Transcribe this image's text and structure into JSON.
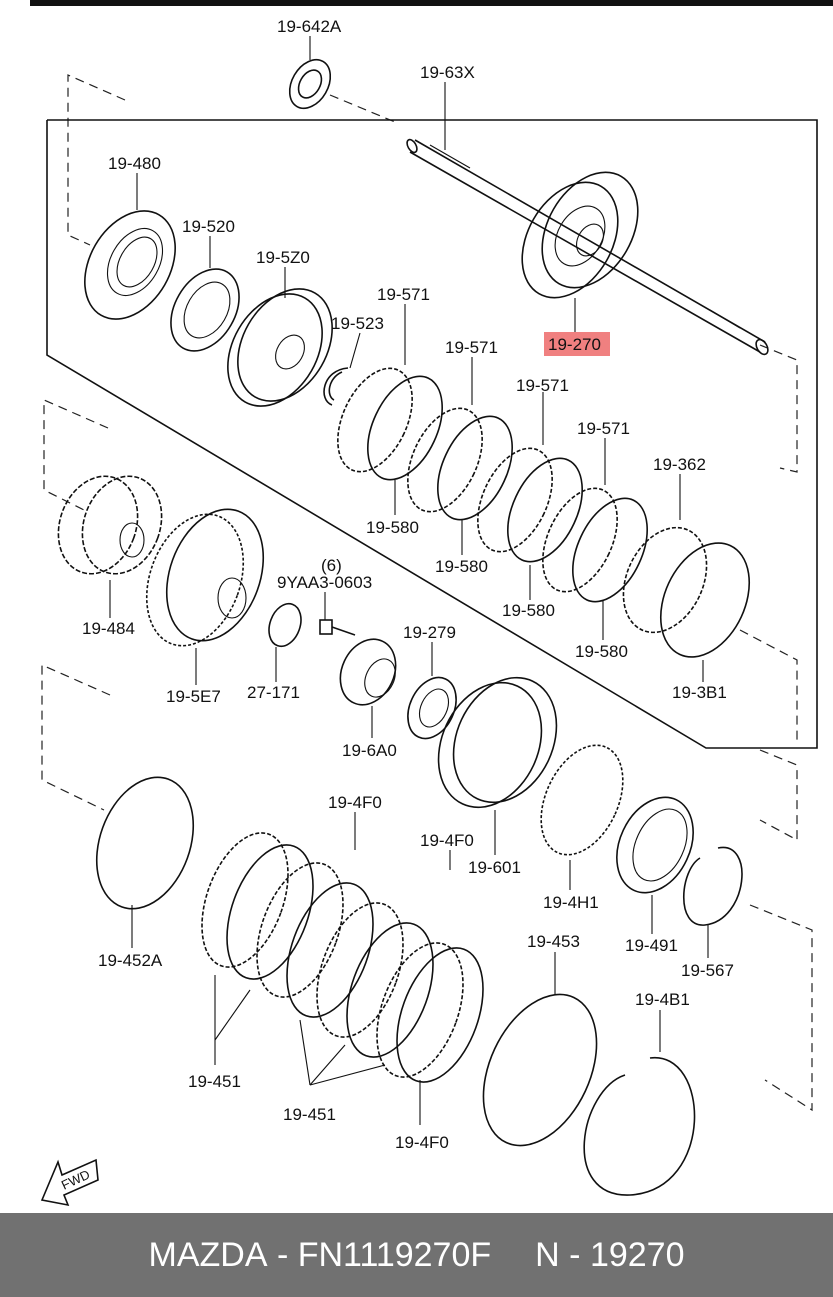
{
  "footer": {
    "brand": "MAZDA",
    "sep": "-",
    "part_number": "FN1119270F",
    "ref_prefix": "N",
    "ref_sep": "-",
    "ref_number": "19270"
  },
  "highlight_color": "#f08080",
  "fwd_label": "FWD",
  "labels": {
    "l642a": "19-642A",
    "l63x": "19-63X",
    "l480": "19-480",
    "l520": "19-520",
    "l5z0": "19-5Z0",
    "l523": "19-523",
    "l571a": "19-571",
    "l571b": "19-571",
    "l571c": "19-571",
    "l571d": "19-571",
    "l270": "19-270",
    "l362": "19-362",
    "l580a": "19-580",
    "l580b": "19-580",
    "l580c": "19-580",
    "l580d": "19-580",
    "l3b1": "19-3B1",
    "l484": "19-484",
    "l5e7": "19-5E7",
    "l171": "27-171",
    "lqty": "(6)",
    "l9yaa": "9YAA3-0603",
    "l279": "19-279",
    "l6a0": "19-6A0",
    "l452a": "19-452A",
    "l4f0a": "19-4F0",
    "l4f0b": "19-4F0",
    "l601": "19-601",
    "l4h1": "19-4H1",
    "l491": "19-491",
    "l567": "19-567",
    "l451a": "19-451",
    "l451b": "19-451",
    "l453": "19-453",
    "l4b1": "19-4B1",
    "l4f0c": "19-4F0"
  }
}
